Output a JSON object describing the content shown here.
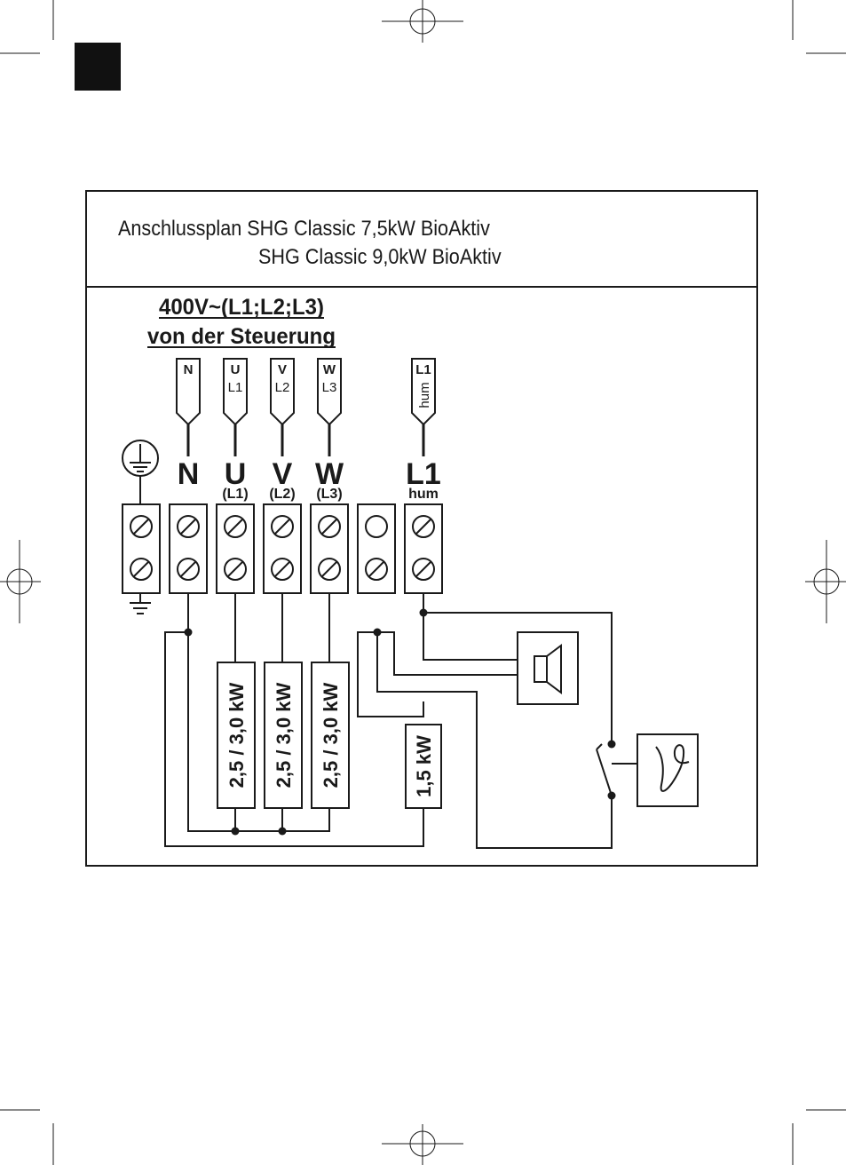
{
  "page_marker": {
    "color": "#111111"
  },
  "header": {
    "title_line1": "Anschlussplan SHG Classic 7,5kW BioAktiv",
    "title_line2": "SHG Classic 9,0kW BioAktiv"
  },
  "supply": {
    "voltage": "400V~(L1;L2;L3)",
    "source": "von der Steuerung"
  },
  "plugs": [
    {
      "top": "N",
      "bottom": ""
    },
    {
      "top": "U",
      "bottom": "L1"
    },
    {
      "top": "V",
      "bottom": "L2"
    },
    {
      "top": "W",
      "bottom": "L3"
    },
    {
      "top": "L1",
      "bottom": "hum"
    }
  ],
  "terminals": [
    {
      "label": "N",
      "sub": ""
    },
    {
      "label": "U",
      "sub": "(L1)"
    },
    {
      "label": "V",
      "sub": "(L2)"
    },
    {
      "label": "W",
      "sub": "(L3)"
    },
    {
      "label": "L1",
      "sub": "hum"
    }
  ],
  "heaters": [
    {
      "rating": "2,5 / 3,0 kW"
    },
    {
      "rating": "2,5 / 3,0 kW"
    },
    {
      "rating": "2,5 / 3,0 kW"
    },
    {
      "rating": "1,5 kW"
    }
  ],
  "icons": {
    "ground": "protective-earth-icon",
    "speaker": "speaker-icon",
    "thermostat": "temperature-symbol-icon",
    "switch": "switch-icon",
    "screw": "screw-terminal-icon"
  }
}
